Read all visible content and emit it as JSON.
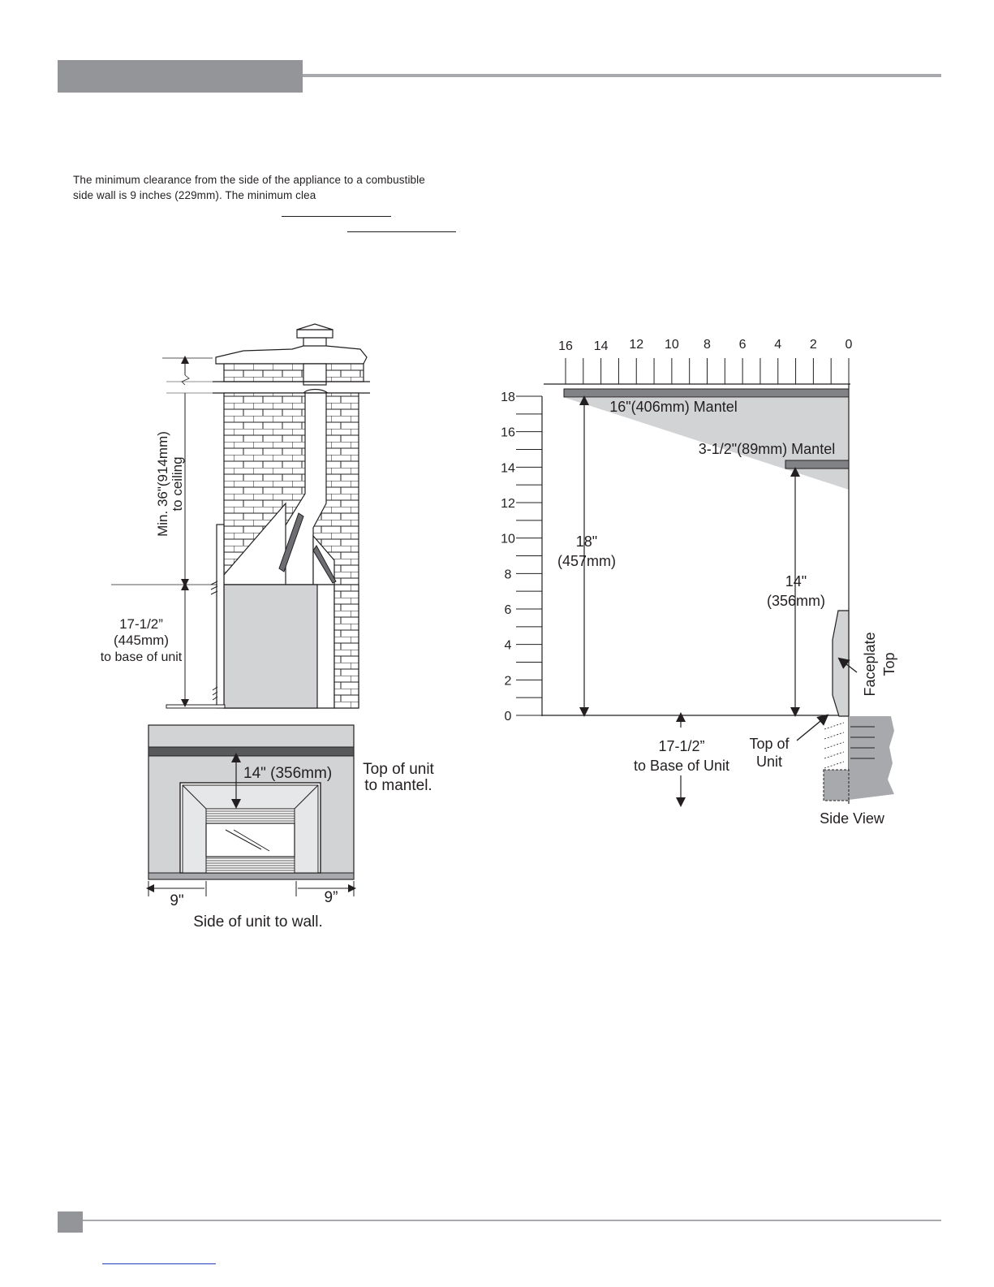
{
  "intro": {
    "line1": "The minimum clearance from the side of the appliance to a combustible",
    "line2": "side wall is 9 inches (229mm). The minimum clea"
  },
  "left_diagram": {
    "ceiling_label_line1": "Min. 36\"(914mm)",
    "ceiling_label_line2": "to ceiling",
    "base_label_line1": "17-1/2”",
    "base_label_line2": "(445mm)",
    "base_label_line3": "to base of unit"
  },
  "front_diagram": {
    "mantel_clearance": "14\" (356mm)",
    "mantel_note_line1": "Top of unit",
    "mantel_note_line2": "to mantel.",
    "left_gap": "9\"",
    "right_gap": "9”",
    "caption": "Side of unit to wall."
  },
  "side_chart": {
    "x_ticks": [
      "16",
      "14",
      "12",
      "10",
      "8",
      "6",
      "4",
      "2",
      "0"
    ],
    "y_ticks": [
      "18",
      "16",
      "14",
      "12",
      "10",
      "8",
      "6",
      "4",
      "2",
      "0"
    ],
    "mantel_16_label": "16\"(406mm) Mantel",
    "mantel_3_5_label": "3-1/2\"(89mm) Mantel",
    "dim_18_line1": "18\"",
    "dim_18_line2": "(457mm)",
    "dim_14_line1": "14\"",
    "dim_14_line2": "(356mm)",
    "faceplate_line1": "Faceplate",
    "faceplate_line2": "Top",
    "base_line1": "17-1/2”",
    "base_line2": "to Base of Unit",
    "top_of_unit_line1": "Top of",
    "top_of_unit_line2": "Unit",
    "caption": "Side View"
  }
}
